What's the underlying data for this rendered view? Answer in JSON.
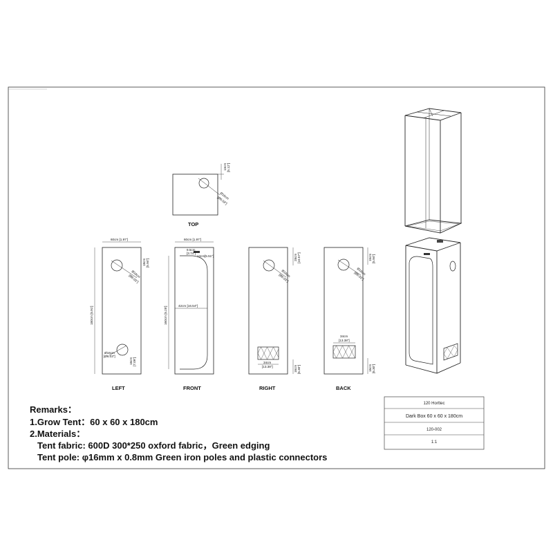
{
  "views": {
    "top": {
      "label": "TOP",
      "dims": {
        "vent_offset": "13cm",
        "vent_offset_in": "[5.12\"]",
        "vent_dia": "Ø16cm",
        "vent_dia_in": "[Ø6.03\"]"
      }
    },
    "left": {
      "label": "LEFT",
      "dims": {
        "width": "60cm [1.97']",
        "height": "180cm [5.91']",
        "top_vent_offset": "18cm",
        "top_vent_offset_in": "[5.94\"]",
        "top_vent_dia": "Ø16cm",
        "top_vent_dia_in": "[Ø6.03\"]",
        "bottom_vent_dia": "Ø16cm",
        "bottom_vent_dia_in": "[Ø6.03\"]",
        "bottom_vent_offset": "18cm",
        "bottom_vent_offset_in": "[7.09\"]"
      }
    },
    "front": {
      "label": "FRONT",
      "dims": {
        "width": "60cm [1.97']",
        "height": "160cm [5.25']",
        "door_width": "42cm [16.54\"]",
        "top_a": "9.5cm",
        "top_a_in": "[3.74\"]",
        "top_b": "14cm",
        "top_b_in": "[5.51\"]"
      }
    },
    "right": {
      "label": "RIGHT",
      "dims": {
        "vent_offset": "28cm",
        "vent_offset_in": "[10.57\"]",
        "vent_dia": "Ø16cm",
        "vent_dia_in": "[Ø6.03\"]",
        "window_width": "34cm",
        "window_width_in": "[13.38\"]",
        "window_offset": "16cm",
        "window_offset_in": "[6.30\"]"
      }
    },
    "back": {
      "label": "BACK",
      "dims": {
        "vent_offset": "15cm",
        "vent_offset_in": "[5.94\"]",
        "vent_dia": "Ø16cm",
        "vent_dia_in": "[Ø6.03\"]",
        "window_width": "34cm",
        "window_width_in": "[13.38\"]",
        "window_offset": "16cm",
        "window_offset_in": "[6.30\"]"
      }
    }
  },
  "remarks": {
    "heading": "Remarks：",
    "line1": "1.Grow Tent：60 x 60 x 180cm",
    "line2": "2.Materials：",
    "fabric": "Tent fabric: 600D 300*250 oxford fabric，Green edging",
    "pole": "Tent pole: φ16mm x 0.8mm Green iron poles and plastic connectors"
  },
  "title_block": {
    "brand": "120 Horttec",
    "product": "Dark Box 60 x 60 x 180cm",
    "code": "120-002",
    "scale": "1:1"
  }
}
